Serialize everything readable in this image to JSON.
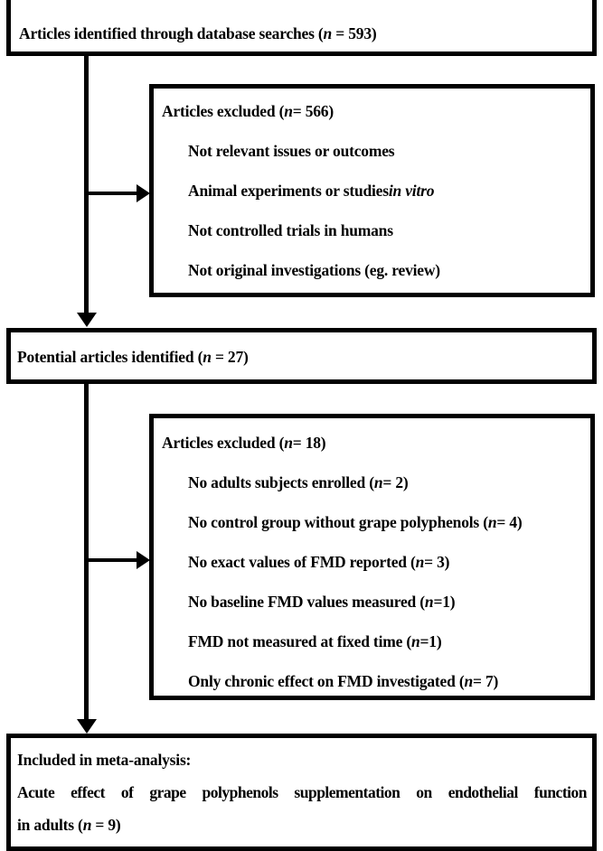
{
  "meta": {
    "title": "Article selection flow diagram"
  },
  "colors": {
    "ink": "#000000",
    "paper": "#ffffff"
  },
  "flow": {
    "top_box": {
      "segments": [
        {
          "text": "Articles identified through database searches ("
        },
        {
          "text": "n",
          "style": "italic"
        },
        {
          "text": " = 593)"
        }
      ]
    },
    "exclusion_box_1": {
      "title": [
        {
          "text": "Articles excluded ("
        },
        {
          "text": "n",
          "style": "italic"
        },
        {
          "text": " = 566)"
        }
      ],
      "items": [
        {
          "segments": [
            {
              "text": "Not relevant issues or outcomes"
            }
          ]
        },
        {
          "segments": [
            {
              "text": "Animal experiments or studies "
            },
            {
              "text": "in vitro",
              "style": "italic"
            }
          ]
        },
        {
          "segments": [
            {
              "text": "Not controlled trials in humans"
            }
          ]
        },
        {
          "segments": [
            {
              "text": "Not original investigations (eg. review)"
            }
          ]
        }
      ]
    },
    "mid_box": {
      "segments": [
        {
          "text": "Potential articles identified ("
        },
        {
          "text": "n",
          "style": "italic"
        },
        {
          "text": " = 27)"
        }
      ]
    },
    "exclusion_box_2": {
      "title": [
        {
          "text": "Articles excluded ("
        },
        {
          "text": "n",
          "style": "italic"
        },
        {
          "text": " = 18)"
        }
      ],
      "items": [
        {
          "segments": [
            {
              "text": "No adults subjects enrolled ("
            },
            {
              "text": "n",
              "style": "italic"
            },
            {
              "text": " = 2)"
            }
          ]
        },
        {
          "segments": [
            {
              "text": "No control group without grape polyphenols ("
            },
            {
              "text": "n",
              "style": "italic"
            },
            {
              "text": " = 4)"
            }
          ]
        },
        {
          "segments": [
            {
              "text": "No exact values of FMD reported ("
            },
            {
              "text": "n",
              "style": "italic"
            },
            {
              "text": " = 3)"
            }
          ]
        },
        {
          "segments": [
            {
              "text": "No baseline FMD values measured ("
            },
            {
              "text": "n",
              "style": "italic"
            },
            {
              "text": " =1)"
            }
          ]
        },
        {
          "segments": [
            {
              "text": "FMD not measured at fixed time ("
            },
            {
              "text": "n",
              "style": "italic"
            },
            {
              "text": " =1)"
            }
          ]
        },
        {
          "segments": [
            {
              "text": "Only chronic effect on FMD investigated ("
            },
            {
              "text": "n",
              "style": "italic"
            },
            {
              "text": " = 7)"
            }
          ]
        }
      ]
    },
    "bottom_box": {
      "lines": [
        {
          "segments": [
            {
              "text": "Included in meta-analysis:"
            }
          ]
        },
        {
          "segments": [
            {
              "text": "Acute effect of grape polyphenols supplementation on endothelial function"
            }
          ]
        },
        {
          "segments": [
            {
              "text": "in adults ("
            },
            {
              "text": "n",
              "style": "italic"
            },
            {
              "text": " = 9)"
            }
          ]
        }
      ]
    }
  }
}
